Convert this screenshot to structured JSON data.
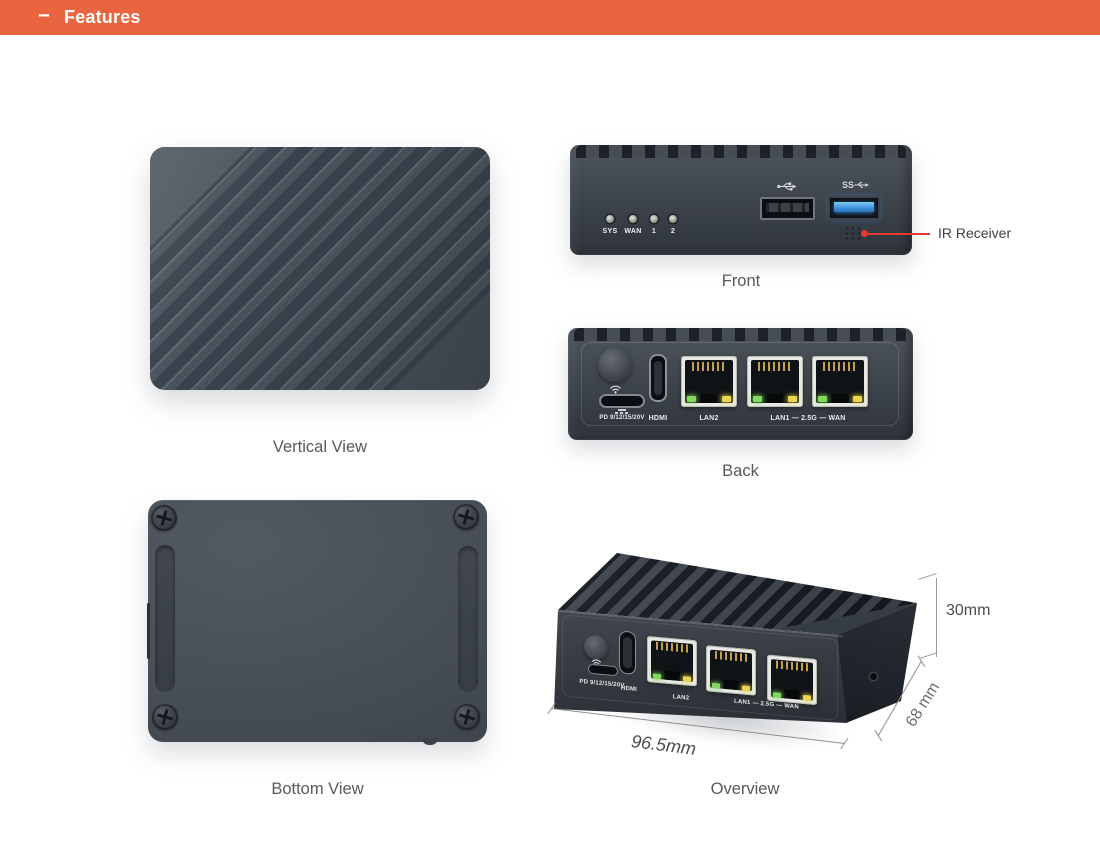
{
  "header": {
    "collapse_glyph": "−",
    "title": "Features"
  },
  "captions": {
    "vertical": "Vertical View",
    "front": "Front",
    "back": "Back",
    "bottom": "Bottom View",
    "overview": "Overview"
  },
  "front_view": {
    "led_labels": [
      "SYS",
      "WAN",
      "1",
      "2"
    ],
    "ir_label": "IR Receiver"
  },
  "ports": {
    "usbc_pd": "PD 9/12/15/20V",
    "hdmi": "HDMI",
    "lan2": "LAN2",
    "lan1_2_5g_wan": "LAN1 — 2.5G — WAN"
  },
  "dimensions": {
    "height": "30mm",
    "depth": "68 mm",
    "width": "96.5mm"
  },
  "colors": {
    "header_bg": "#e8653f",
    "annotation_red": "#e23b2e",
    "usb3_blue": "#3f93dd",
    "caption_gray": "#595959"
  }
}
